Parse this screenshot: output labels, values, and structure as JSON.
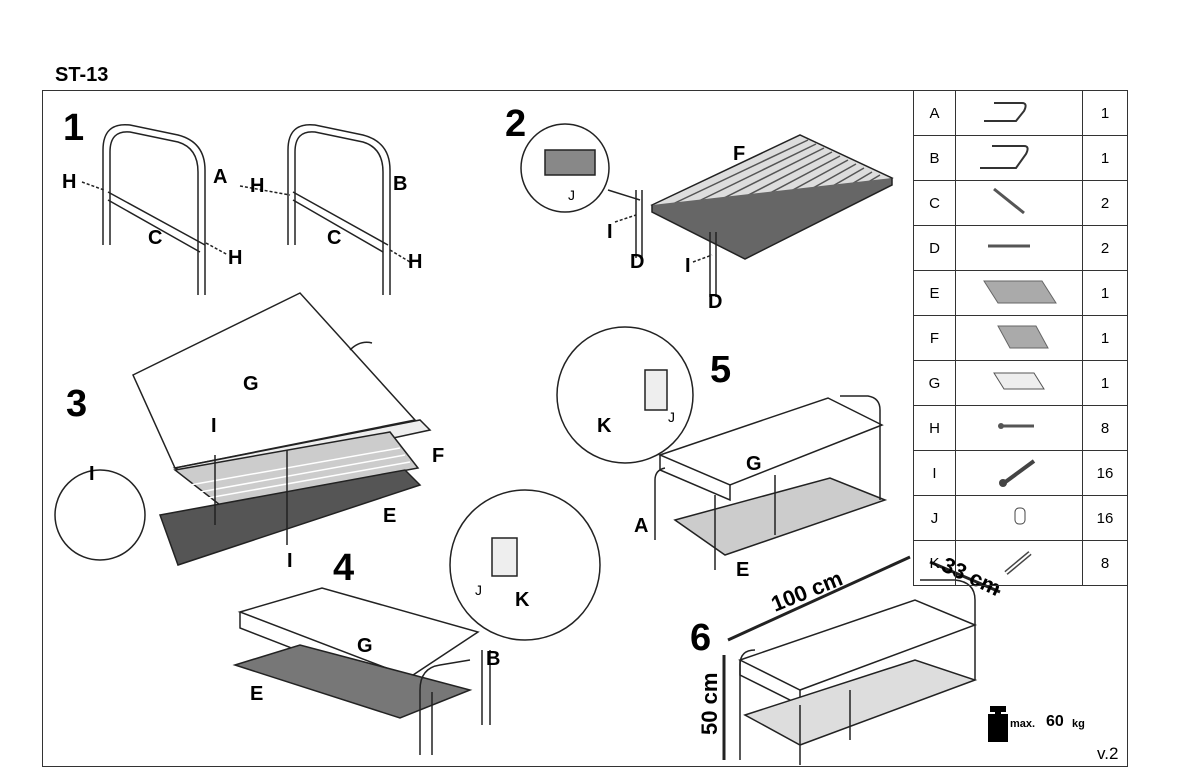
{
  "title": "ST-13",
  "steps": {
    "s1": {
      "num": "1",
      "labels": [
        "H",
        "A",
        "C",
        "H",
        "H",
        "B",
        "C",
        "H"
      ]
    },
    "s2": {
      "num": "2",
      "labels": [
        "F",
        "J",
        "I",
        "D",
        "I",
        "D"
      ]
    },
    "s3": {
      "num": "3",
      "labels": [
        "G",
        "I",
        "F",
        "E",
        "I",
        "I"
      ]
    },
    "s4": {
      "num": "4",
      "labels": [
        "G",
        "E",
        "B",
        "J",
        "K"
      ]
    },
    "s5": {
      "num": "5",
      "labels": [
        "G",
        "A",
        "E",
        "K",
        "J"
      ]
    },
    "s6": {
      "num": "6",
      "width": "100 cm",
      "depth": "33 cm",
      "height": "50 cm"
    }
  },
  "parts": [
    {
      "id": "A",
      "icon": "frame-a-icon",
      "qty": "1"
    },
    {
      "id": "B",
      "icon": "frame-b-icon",
      "qty": "1"
    },
    {
      "id": "C",
      "icon": "bar-c-icon",
      "qty": "2"
    },
    {
      "id": "D",
      "icon": "bar-d-icon",
      "qty": "2"
    },
    {
      "id": "E",
      "icon": "slat-shelf-e-icon",
      "qty": "1"
    },
    {
      "id": "F",
      "icon": "slat-shelf-f-icon",
      "qty": "1"
    },
    {
      "id": "G",
      "icon": "seat-cushion-icon",
      "qty": "1"
    },
    {
      "id": "H",
      "icon": "screw-icon",
      "qty": "8"
    },
    {
      "id": "I",
      "icon": "bolt-icon",
      "qty": "16"
    },
    {
      "id": "J",
      "icon": "cam-nut-icon",
      "qty": "16"
    },
    {
      "id": "K",
      "icon": "dowel-icon",
      "qty": "8"
    }
  ],
  "max_load": {
    "prefix": "max.",
    "value": "60",
    "unit": "kg"
  },
  "version": "v.2"
}
